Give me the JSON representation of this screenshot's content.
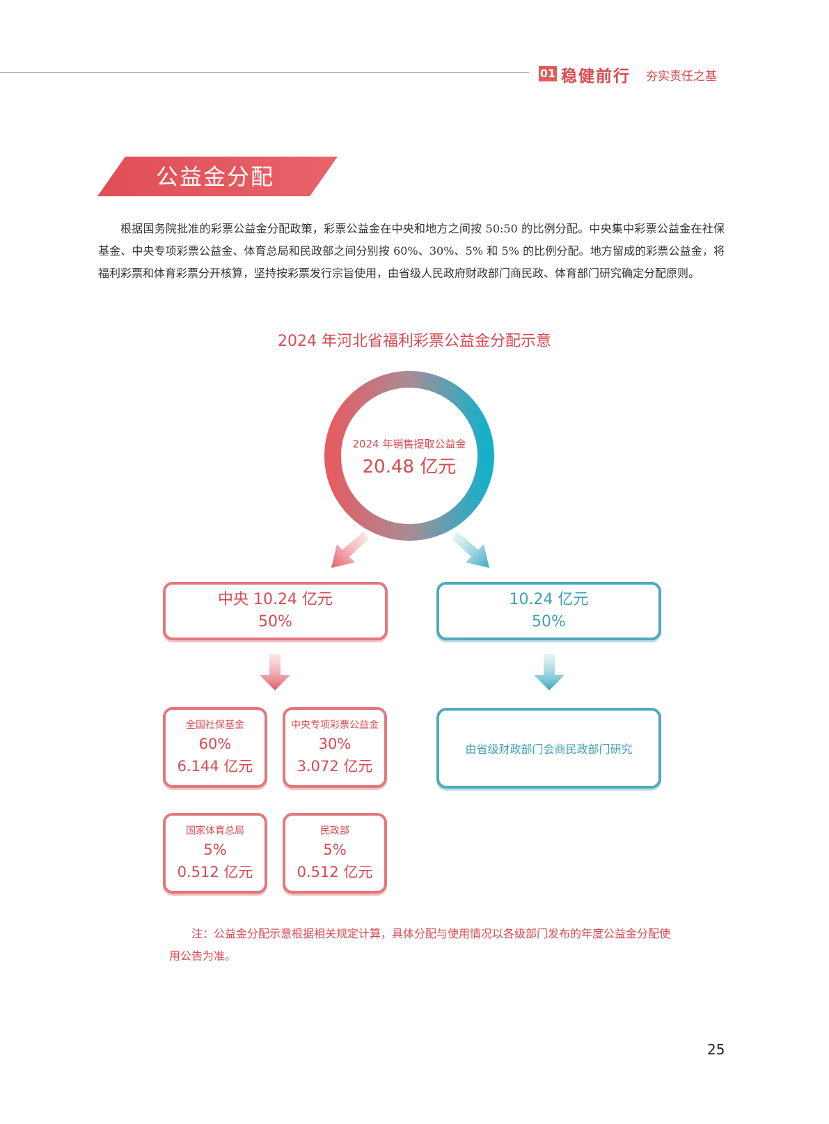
{
  "header": {
    "section_number": "01",
    "section_title": "稳健前行",
    "section_subtitle": "夯实责任之基"
  },
  "banner": {
    "title": "公益金分配"
  },
  "intro": "根据国务院批准的彩票公益金分配政策，彩票公益金在中央和地方之间按 50:50 的比例分配。中央集中彩票公益金在社保基金、中央专项彩票公益金、体育总局和民政部之间分别按 60%、30%、5% 和 5% 的比例分配。地方留成的彩票公益金，将福利彩票和体育彩票分开核算，坚持按彩票发行宗旨使用，由省级人民政府财政部门商民政、体育部门研究确定分配原则。",
  "infographic": {
    "title": "2024 年河北省福利彩票公益金分配示意",
    "total_label": "2024 年销售提取公益金",
    "total_value": "20.48 亿元",
    "central": {
      "label": "中央 10.24 亿元",
      "percent": "50%"
    },
    "local": {
      "label": "10.24 亿元",
      "percent": "50%",
      "description": "由省级财政部门会商民政部门研究"
    },
    "allocations": [
      {
        "name": "全国社保基金",
        "percent": "60%",
        "amount": "6.144 亿元"
      },
      {
        "name": "中央专项彩票公益金",
        "percent": "30%",
        "amount": "3.072 亿元"
      },
      {
        "name": "国家体育总局",
        "percent": "5%",
        "amount": "0.512 亿元"
      },
      {
        "name": "民政部",
        "percent": "5%",
        "amount": "0.512 亿元"
      }
    ],
    "note": "注：公益金分配示意根据相关规定计算，具体分配与使用情况以各级部门发布的年度公益金分配使用公告为准。"
  },
  "page_number": "25",
  "colors": {
    "accent_red": "#d84a50",
    "accent_teal": "#3ea0b5"
  }
}
